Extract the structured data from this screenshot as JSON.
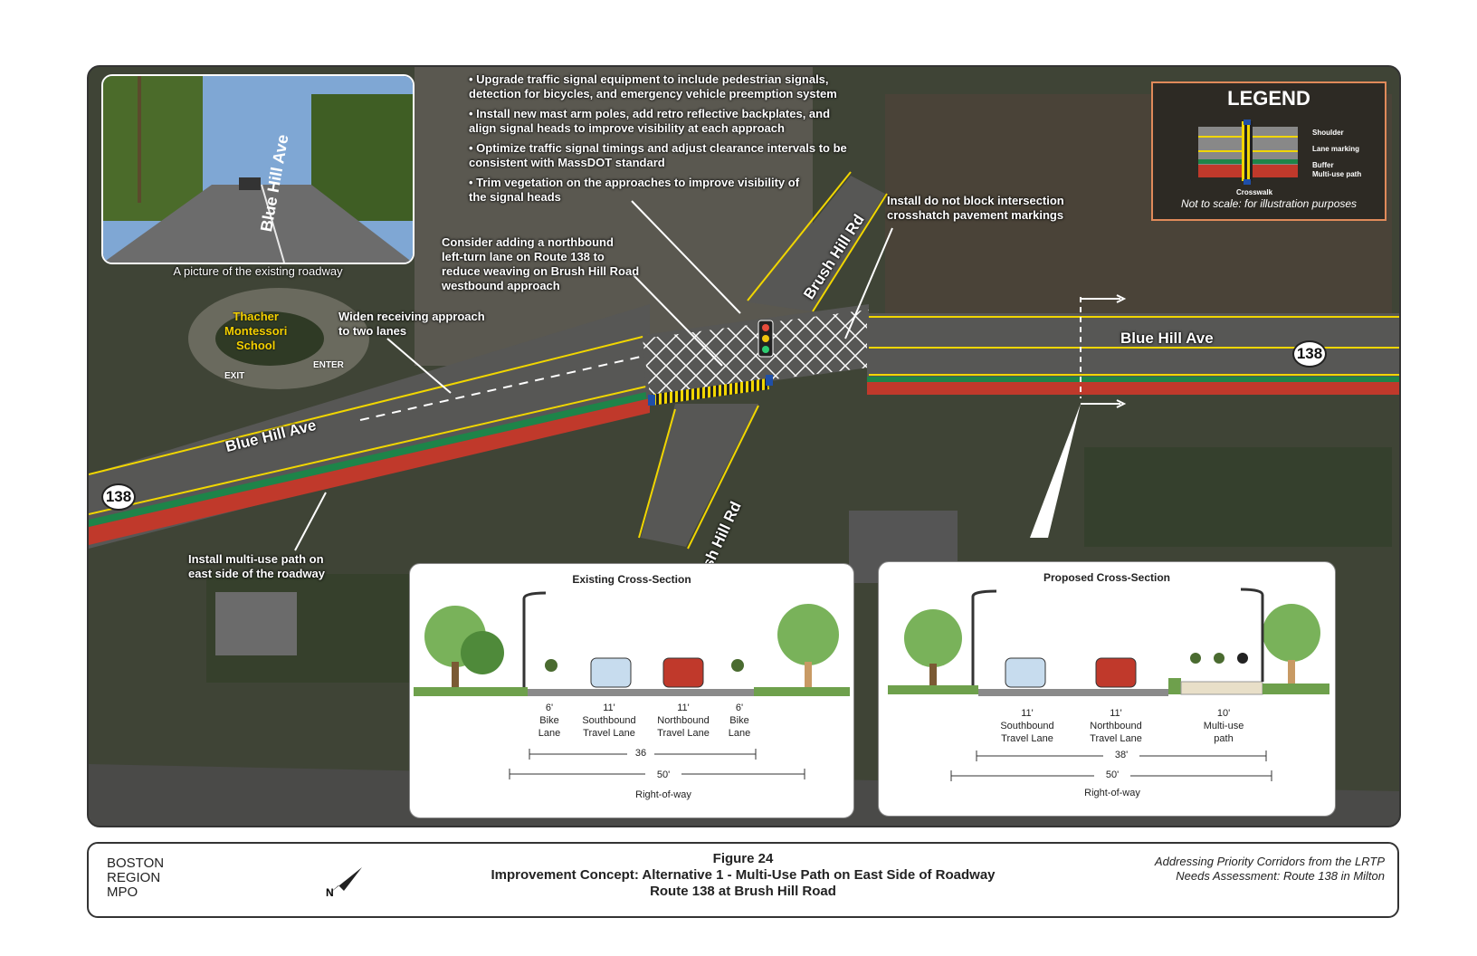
{
  "photo": {
    "caption": "A picture of the existing roadway",
    "street_sign_text": "Blue Hill Ave"
  },
  "map_labels": {
    "school": "Thacher\nMontessori\nSchool",
    "exit": "EXIT",
    "enter": "ENTER",
    "blue_hill_ave_west": "Blue Hill Ave",
    "blue_hill_ave_east": "Blue Hill Ave",
    "brush_hill_rd_north": "Brush Hill Rd",
    "brush_hill_rd_south": "Brush Hill Rd",
    "route_west": "138",
    "route_east": "138"
  },
  "bullets": [
    "Upgrade traffic signal equipment to include pedestrian signals, detection for bicycles, and emergency vehicle preemption system",
    "Install new mast arm poles, add retro reflective backplates, and align signal heads to improve visibility at each approach",
    "Optimize traffic signal timings and adjust clearance intervals to be consistent with MassDOT standard",
    "Trim vegetation on the approaches to improve visibility of the signal heads"
  ],
  "callouts": {
    "left_turn": "Consider adding a northbound\nleft-turn lane on Route 138 to\nreduce weaving on Brush Hill Road\nwestbound approach",
    "widen": "Widen receiving approach\nto two lanes",
    "crosshatch": "Install do not block intersection\ncrosshatch pavement markings",
    "multiuse": "Install multi-use path on\neast side of the roadway"
  },
  "legend": {
    "title": "LEGEND",
    "items": [
      "Shoulder",
      "Lane marking",
      "Buffer",
      "Multi-use path",
      "Crosswalk"
    ],
    "note": "Not to scale: for illustration purposes"
  },
  "existing_section": {
    "title": "Existing Cross-Section",
    "lanes": [
      {
        "width": "6'",
        "name": "Bike\nLane"
      },
      {
        "width": "11'",
        "name": "Southbound\nTravel Lane"
      },
      {
        "width": "11'",
        "name": "Northbound\nTravel Lane"
      },
      {
        "width": "6'",
        "name": "Bike\nLane"
      }
    ],
    "curb_to_curb": "36",
    "row_width": "50'",
    "row_label": "Right-of-way"
  },
  "proposed_section": {
    "title": "Proposed Cross-Section",
    "lanes": [
      {
        "width": "11'",
        "name": "Southbound\nTravel Lane"
      },
      {
        "width": "11'",
        "name": "Northbound\nTravel Lane"
      },
      {
        "width": "10'",
        "name": "Multi-use\npath"
      }
    ],
    "curb_to_curb": "38'",
    "row_width": "50'",
    "row_label": "Right-of-way"
  },
  "footer": {
    "org": "BOSTON\nREGION\nMPO",
    "figure_number": "Figure 24",
    "figure_title": "Improvement Concept: Alternative 1 - Multi-Use Path on East Side of Roadway",
    "location": "Route 138 at Brush Hill Road",
    "study": "Addressing Priority Corridors from the LRTP Needs Assessment: Route 138 in Milton"
  },
  "colors": {
    "multi_use_path": "#c0392b",
    "buffer": "#1e8449",
    "lane_marking": "#f1d600",
    "crosswalk": "#f1d600",
    "crosshatch": "#ffffff",
    "aerial_base": "#3b3b33",
    "legend_border": "#e08a5a"
  }
}
